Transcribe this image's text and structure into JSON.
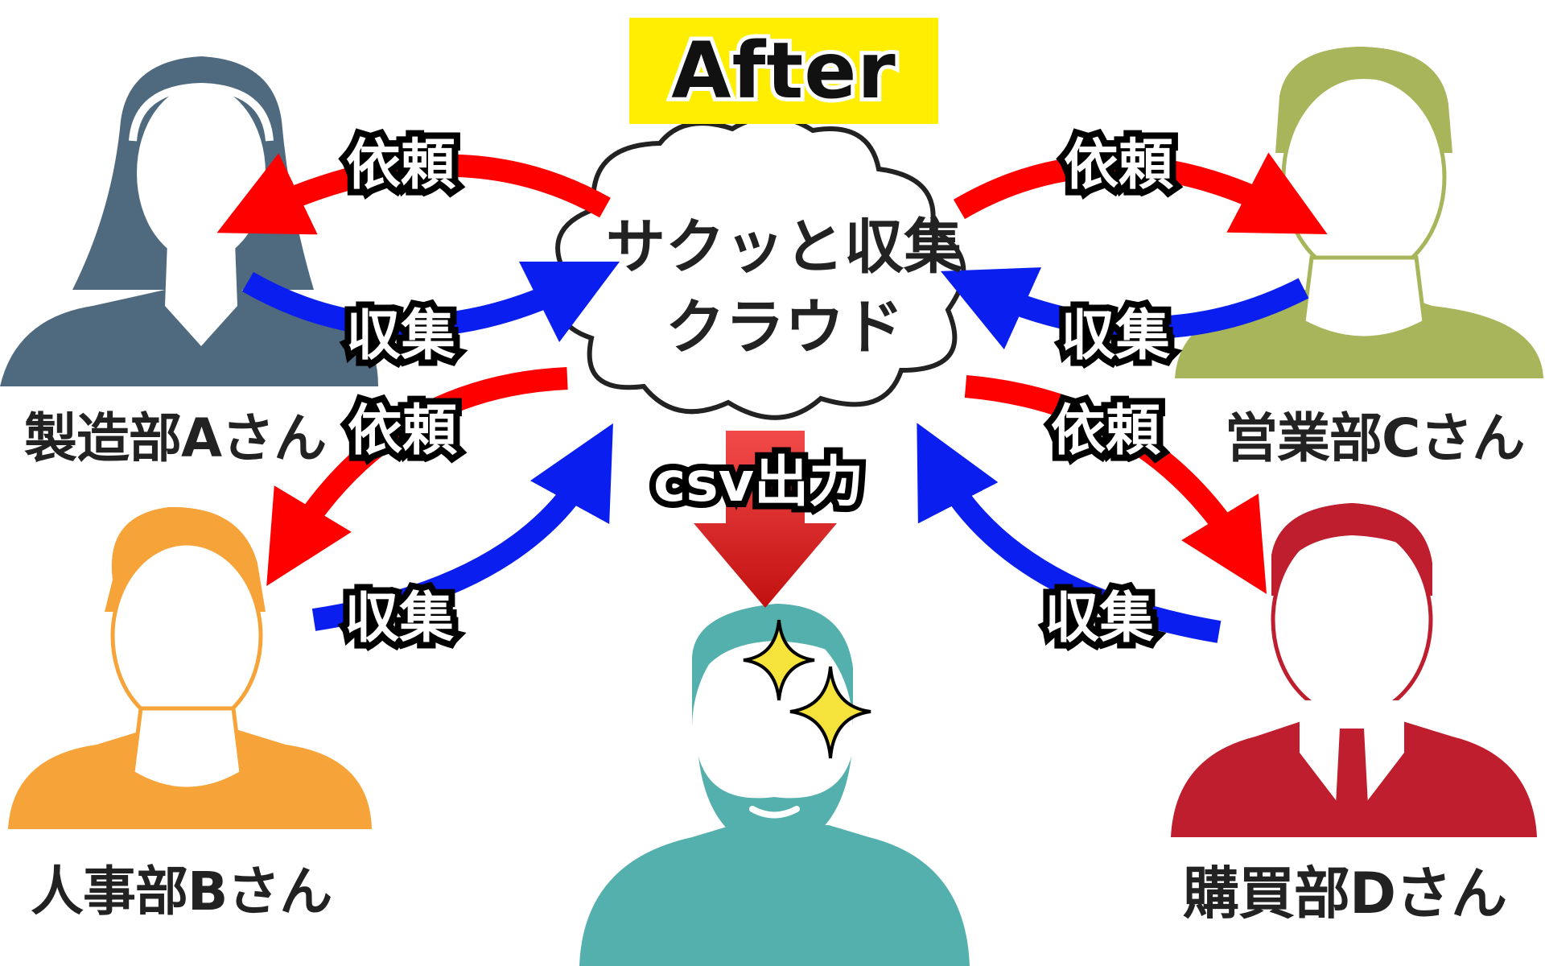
{
  "title": "After",
  "cloud": {
    "line1": "サクッと収集",
    "line2": "クラウド"
  },
  "output_label": "csv出力",
  "people": {
    "a": {
      "name": "製造部Aさん",
      "color": "#4f6a7e"
    },
    "b": {
      "name": "人事部Bさん",
      "color": "#f6a43a"
    },
    "c": {
      "name": "営業部Cさん",
      "color": "#a9b55a"
    },
    "d": {
      "name": "購買部Dさん",
      "color": "#be1e2d"
    },
    "center": {
      "color": "#54b0ac"
    }
  },
  "flows": {
    "a_request": "依頼",
    "a_collect": "収集",
    "b_request": "依頼",
    "b_collect": "収集",
    "c_request": "依頼",
    "c_collect": "収集",
    "d_request": "依頼",
    "d_collect": "収集"
  },
  "colors": {
    "request_arrow": "#ff0000",
    "collect_arrow": "#0a1eef",
    "output_arrow": "#e41b1b",
    "title_bg": "#ffee00",
    "sparkle": "#f5e23a"
  }
}
